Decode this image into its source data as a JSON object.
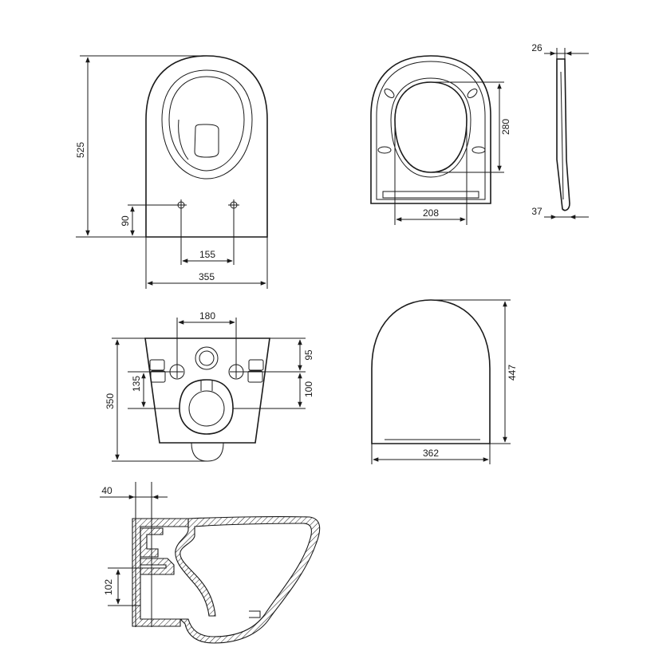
{
  "colors": {
    "line": "#1a1a1a",
    "background": "#ffffff"
  },
  "views": {
    "top": {
      "dims": {
        "height_total": "525",
        "fix_height": "90",
        "fix_spacing": "155",
        "width": "355"
      }
    },
    "seat": {
      "dims": {
        "inner_height": "280",
        "inner_width": "208",
        "thickness_top": "26",
        "thickness_bottom": "37"
      }
    },
    "lid": {
      "dims": {
        "height": "447",
        "width": "362"
      }
    },
    "rear": {
      "dims": {
        "pipe_spacing": "180",
        "height_total": "350",
        "hole_height": "135",
        "upper_offset": "95",
        "lower_offset": "100"
      }
    },
    "side": {
      "dims": {
        "wall_offset": "40",
        "outlet_height": "102"
      }
    }
  }
}
